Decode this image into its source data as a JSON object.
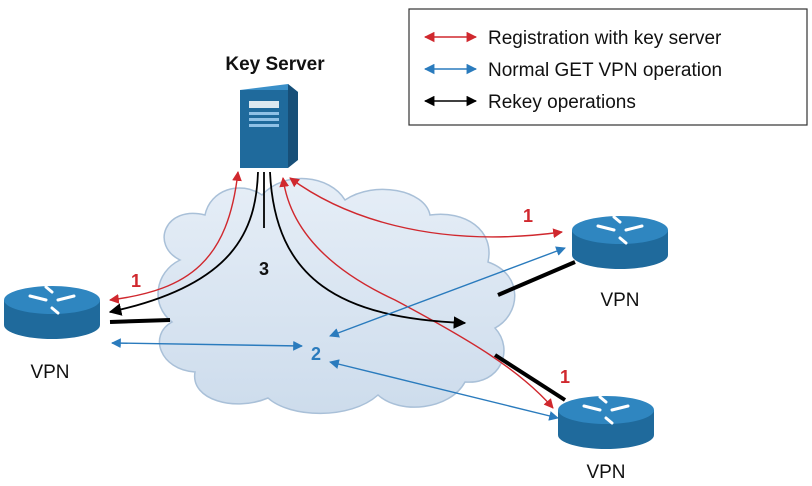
{
  "diagram": {
    "key_server": {
      "label": "Key Server"
    },
    "nodes": [
      {
        "id": "vpn-left",
        "label": "VPN"
      },
      {
        "id": "vpn-right-top",
        "label": "VPN"
      },
      {
        "id": "vpn-right-bottom",
        "label": "VPN"
      }
    ],
    "step_labels": {
      "registration_left": "1",
      "registration_right_top": "1",
      "registration_right_bottom": "1",
      "normal_operation": "2",
      "rekey": "3"
    },
    "legend": [
      {
        "label": "Registration with key server",
        "color": "#d0282e"
      },
      {
        "label": "Normal GET VPN operation",
        "color": "#2a7bbd"
      },
      {
        "label": "Rekey operations",
        "color": "#000000"
      }
    ],
    "colors": {
      "registration": "#d0282e",
      "normal": "#2a7bbd",
      "rekey": "#000000",
      "cloud_fill": "#dbe7f3",
      "cloud_stroke": "#a9c0d8",
      "router_body": "#1f6a9c",
      "router_top": "#2f86c0",
      "server_body": "#1f6a9c"
    },
    "icons": {
      "router": "router-icon",
      "server": "server-icon",
      "cloud": "cloud-icon"
    }
  }
}
